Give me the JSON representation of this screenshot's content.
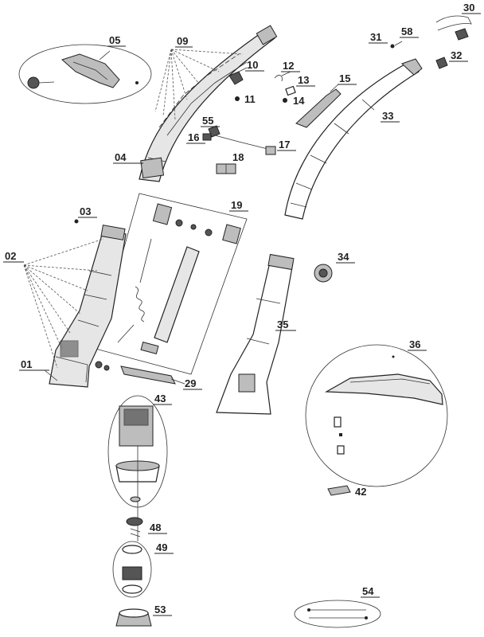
{
  "part_labels": {
    "p01": "01",
    "p02": "02",
    "p03": "03",
    "p04": "04",
    "p05": "05",
    "p09": "09",
    "p10": "10",
    "p11": "11",
    "p12": "12",
    "p13": "13",
    "p14": "14",
    "p15": "15",
    "p16": "16",
    "p17": "17",
    "p18": "18",
    "p19": "19",
    "p29": "29",
    "p30": "30",
    "p31": "31",
    "p32": "32",
    "p33": "33",
    "p34": "34",
    "p35": "35",
    "p36": "36",
    "p42": "42",
    "p43": "43",
    "p48": "48",
    "p49": "49",
    "p53": "53",
    "p54": "54",
    "p55": "55",
    "p58": "58"
  },
  "colors": {
    "line": "#222222",
    "part_fill": "#e6e6e6",
    "dark_fill": "#555555"
  }
}
